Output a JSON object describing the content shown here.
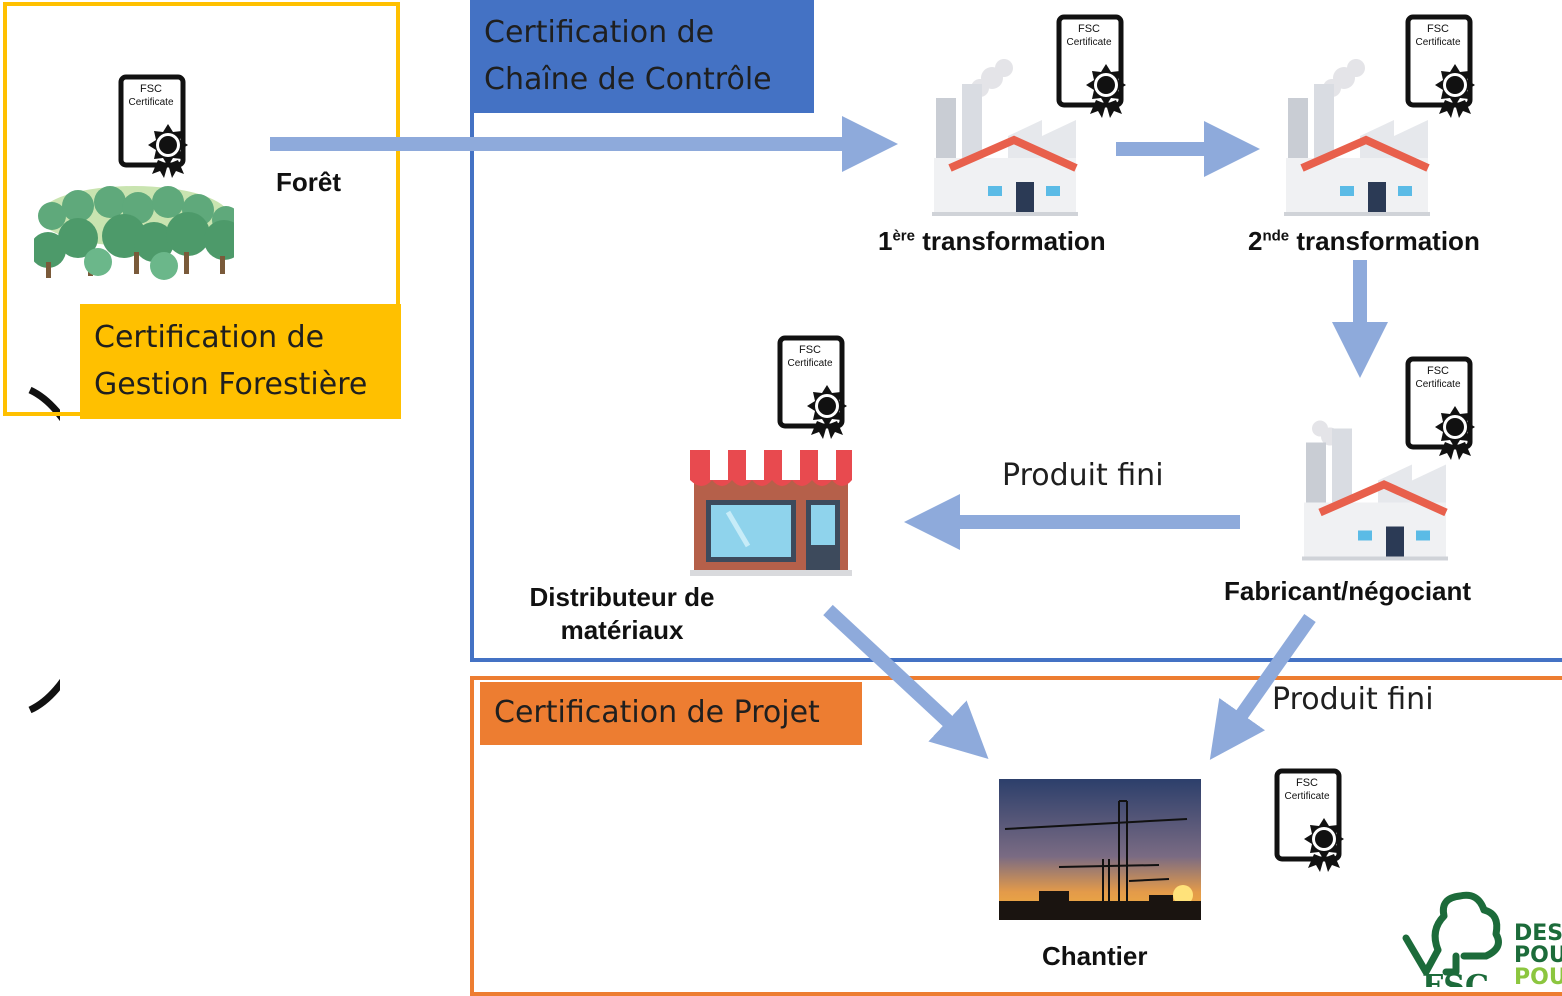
{
  "zones": {
    "forest": {
      "title_line1": "Certification de",
      "title_line2": "Gestion Forestière",
      "color": "#ffc000"
    },
    "chain": {
      "title_line1": "Certification de",
      "title_line2": "Chaîne de Contrôle",
      "color": "#4472c4"
    },
    "project": {
      "title": "Certification de Projet",
      "color": "#ed7d31"
    }
  },
  "nodes": {
    "foret": "Forêt",
    "first_sup": "ère",
    "first_num": "1",
    "first_rest": " transformation",
    "second_sup": "nde",
    "second_num": "2",
    "second_rest": " transformation",
    "fabricant": "Fabricant/négociant",
    "distributeur_line1": "Distributeur de",
    "distributeur_line2": "matériaux",
    "chantier": "Chantier"
  },
  "flows": {
    "to_distributor": "Produit fini",
    "to_site": "Produit fini"
  },
  "certificate": {
    "line1": "FSC",
    "line2": "Certificate"
  },
  "logo": {
    "brand": "FSC",
    "line1": "DES",
    "line2": "POU",
    "line3": "POU"
  },
  "arrow_color": "#8eaadb"
}
